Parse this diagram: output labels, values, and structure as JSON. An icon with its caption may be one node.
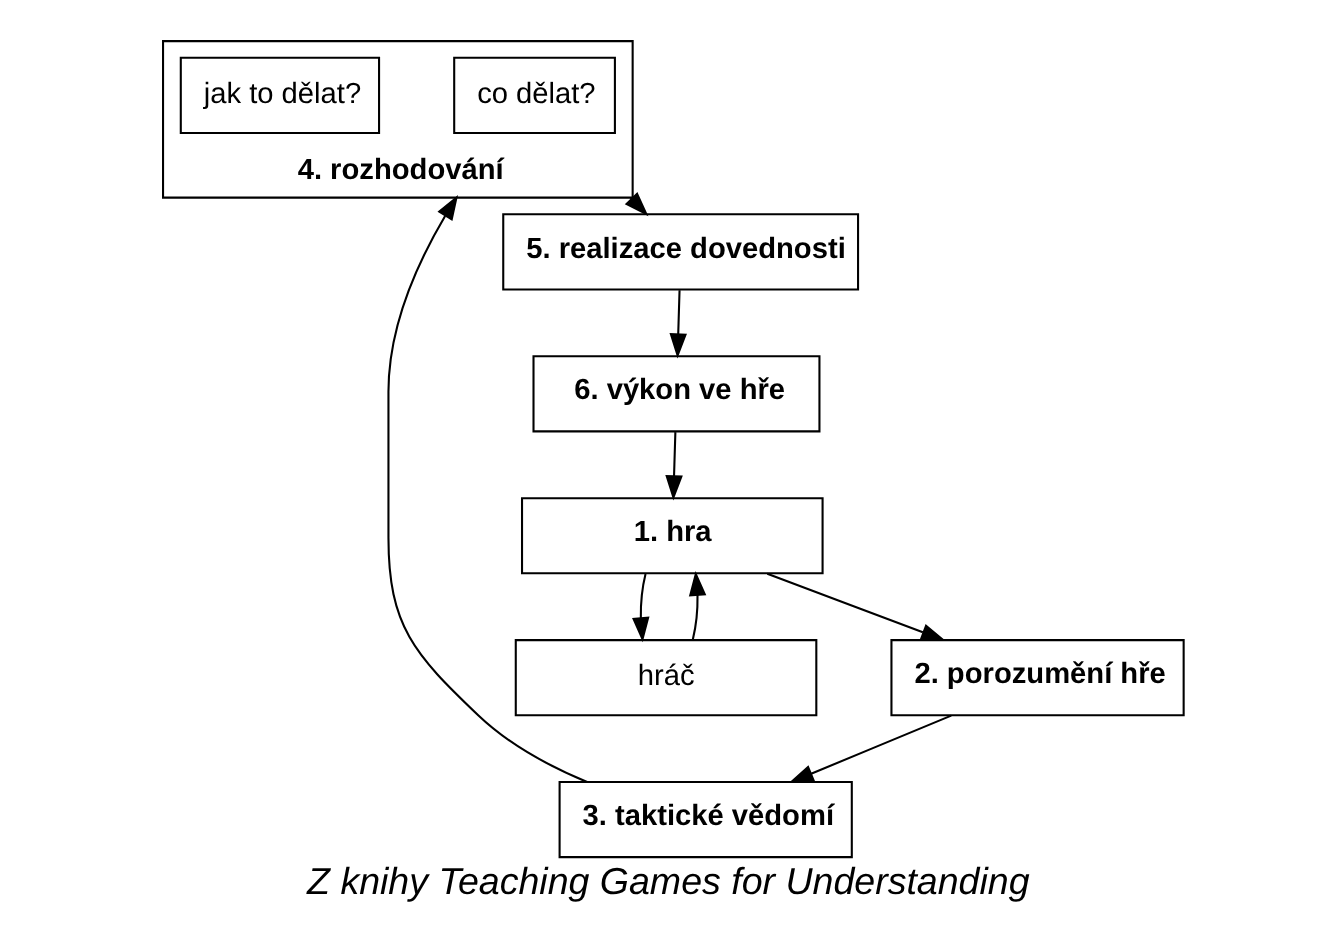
{
  "diagram": {
    "caption": "Z knihy Teaching Games for Understanding",
    "nodes": [
      {
        "text": [
          "1. hra"
        ]
      },
      {
        "text": [
          "hráč"
        ]
      },
      {
        "text": [
          "2. porozumění hře"
        ]
      },
      {
        "text": [
          "3. taktické vědomí"
        ]
      },
      {
        "text": [
          "4. rozhodování"
        ]
      },
      {
        "text": [
          "co dělat?"
        ],
        "in": 4
      },
      {
        "text": [
          "jak to dělat?"
        ],
        "in": 4
      },
      {
        "text": [
          "5. realizace dovednosti"
        ]
      },
      {
        "text": [
          "6. výkon ve hře"
        ]
      }
    ],
    "edges": [
      {
        "from": 0,
        "to": 2,
        "arrow": "to"
      },
      {
        "from": 2,
        "to": 3,
        "arrow": "to"
      },
      {
        "from": 3,
        "to": 4,
        "arrow": "to"
      },
      {
        "from": 4,
        "to": 7,
        "arrow": "to"
      },
      {
        "from": 7,
        "to": 8,
        "arrow": "to"
      },
      {
        "from": 8,
        "to": 0,
        "arrow": "to"
      },
      {
        "from": 1,
        "to": 0,
        "arrow": "to"
      },
      {
        "from": 0,
        "to": 1,
        "arrow": "to"
      }
    ]
  }
}
